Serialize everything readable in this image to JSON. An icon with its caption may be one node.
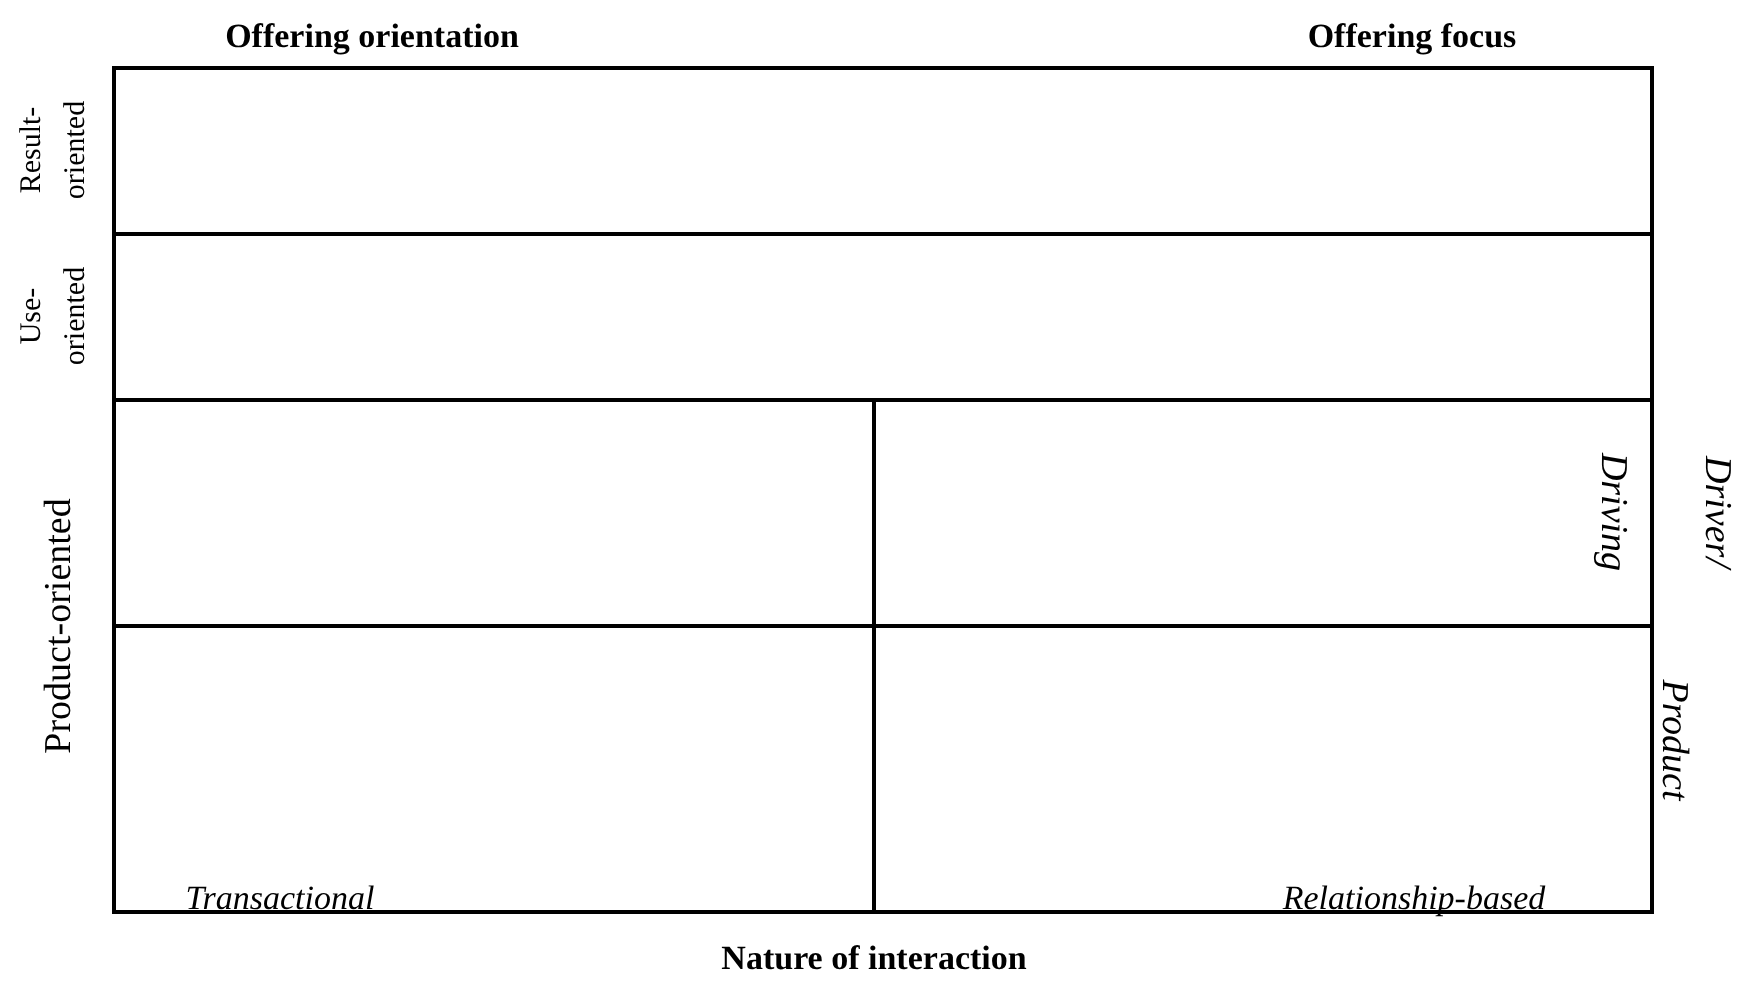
{
  "diagram": {
    "labels": [
      "Offering orientation",
      "Offering focus",
      "Result- oriented",
      "Use- oriented",
      "Product-oriented",
      "Driver/ Driving",
      "Product",
      "Transactional",
      "Relationship-based",
      "Nature of interaction"
    ]
  }
}
